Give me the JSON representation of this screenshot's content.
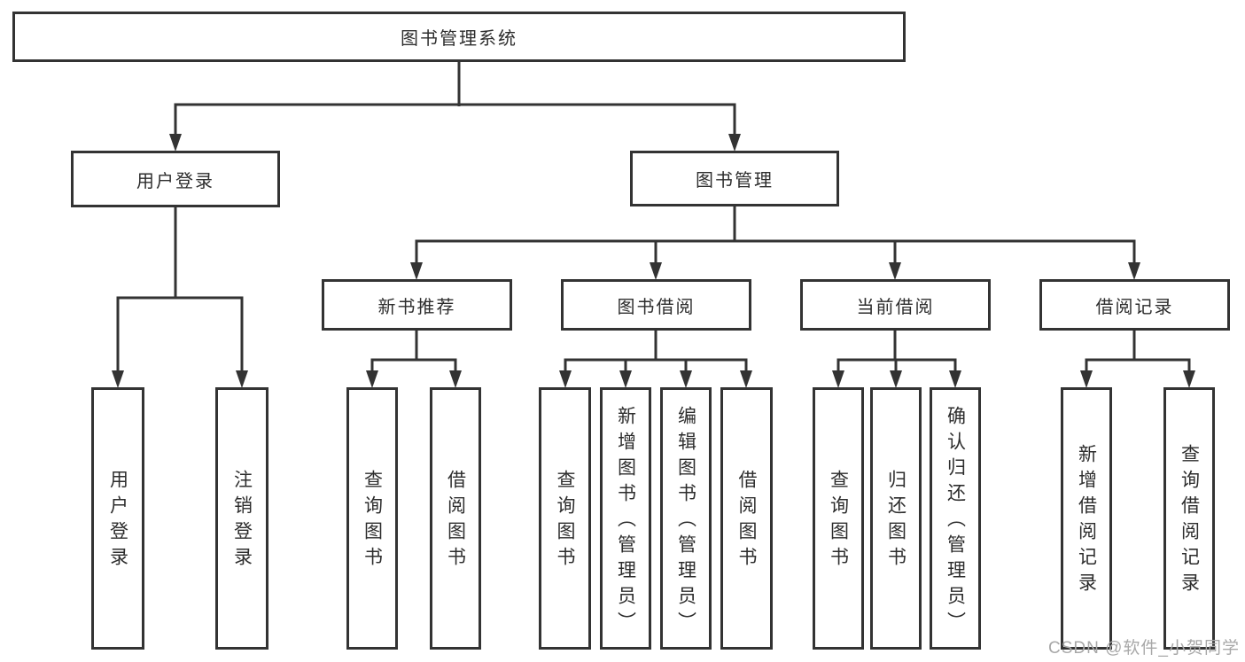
{
  "diagram": {
    "type": "hierarchy-tree",
    "root": {
      "label": "图书管理系统"
    },
    "branches": [
      {
        "label": "用户登录",
        "children": [
          {
            "label": "用户登录"
          },
          {
            "label": "注销登录"
          }
        ]
      },
      {
        "label": "图书管理",
        "children": [
          {
            "label": "新书推荐",
            "children": [
              {
                "label": "查询图书"
              },
              {
                "label": "借阅图书"
              }
            ]
          },
          {
            "label": "图书借阅",
            "children": [
              {
                "label": "查询图书"
              },
              {
                "label": "新增图书（管理员）"
              },
              {
                "label": "编辑图书（管理员）"
              },
              {
                "label": "借阅图书"
              }
            ]
          },
          {
            "label": "当前借阅",
            "children": [
              {
                "label": "查询图书"
              },
              {
                "label": "归还图书"
              },
              {
                "label": "确认归还（管理员）"
              }
            ]
          },
          {
            "label": "借阅记录",
            "children": [
              {
                "label": "新增借阅记录"
              },
              {
                "label": "查询借阅记录"
              }
            ]
          }
        ]
      }
    ]
  },
  "watermark": {
    "text": "CSDN @软件_小贺同学"
  },
  "colors": {
    "line": "#333333",
    "border": "#333333",
    "text": "#2d2d2d",
    "watermark": "#a8a8a8",
    "box_fill": "#ffffff"
  }
}
